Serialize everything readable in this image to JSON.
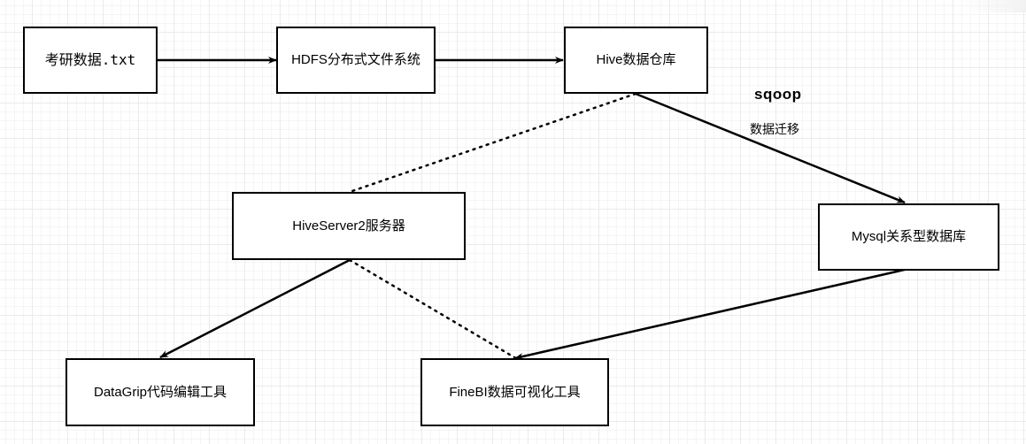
{
  "diagram": {
    "nodes": [
      {
        "id": "kaoyan",
        "label": "考研数据.txt"
      },
      {
        "id": "hdfs",
        "label": "HDFS分布式文件系统"
      },
      {
        "id": "hive",
        "label": "Hive数据仓库"
      },
      {
        "id": "hiveserver2",
        "label": "HiveServer2服务器"
      },
      {
        "id": "mysql",
        "label": "Mysql关系型数据库"
      },
      {
        "id": "datagrip",
        "label": "DataGrip代码编辑工具"
      },
      {
        "id": "finebi",
        "label": "FineBI数据可视化工具"
      }
    ],
    "edges": [
      {
        "from": "kaoyan",
        "to": "hdfs",
        "style": "solid",
        "arrow": true
      },
      {
        "from": "hdfs",
        "to": "hive",
        "style": "solid",
        "arrow": true
      },
      {
        "from": "hive",
        "to": "mysql",
        "style": "solid",
        "arrow": true
      },
      {
        "from": "hive",
        "to": "hiveserver2",
        "style": "dotted",
        "arrow": false
      },
      {
        "from": "hiveserver2",
        "to": "datagrip",
        "style": "solid",
        "arrow": true
      },
      {
        "from": "hiveserver2",
        "to": "finebi",
        "style": "dotted",
        "arrow": false
      },
      {
        "from": "mysql",
        "to": "finebi",
        "style": "solid",
        "arrow": true
      }
    ],
    "edge_labels": {
      "sqoop_title": "sqoop",
      "sqoop_subtitle": "数据迁移"
    }
  }
}
